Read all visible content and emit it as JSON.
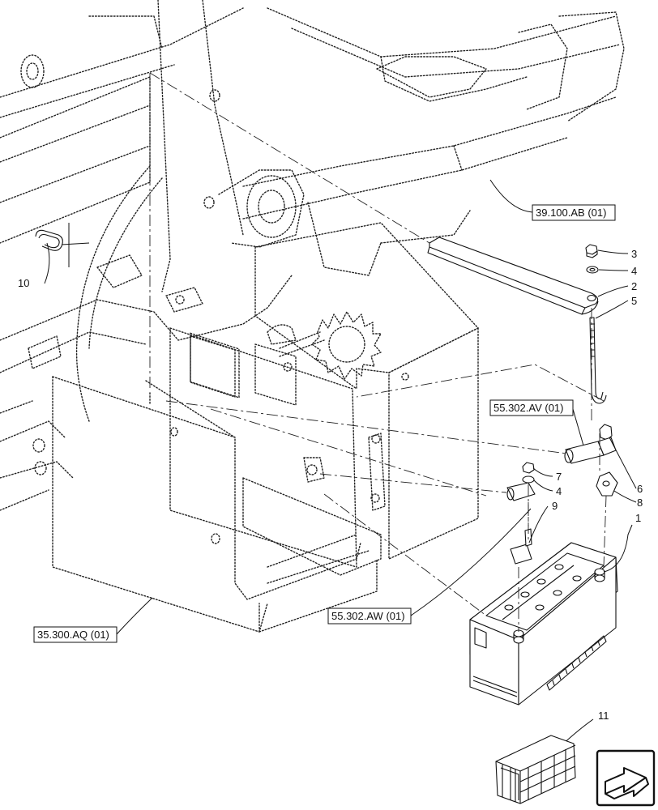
{
  "references": {
    "ref_39_100_ab": "39.100.AB (01)",
    "ref_55_302_av": "55.302.AV (01)",
    "ref_55_302_aw": "55.302.AW (01)",
    "ref_35_300_aq": "35.300.AQ (01)"
  },
  "callouts": {
    "c1": "1",
    "c2": "2",
    "c3": "3",
    "c4a": "4",
    "c4b": "4",
    "c5": "5",
    "c6": "6",
    "c7": "7",
    "c8": "8",
    "c9": "9",
    "c10": "10",
    "c11": "11"
  },
  "icons": {
    "nav": "next-page-arrow-icon",
    "kit": "crate-kit-icon"
  }
}
